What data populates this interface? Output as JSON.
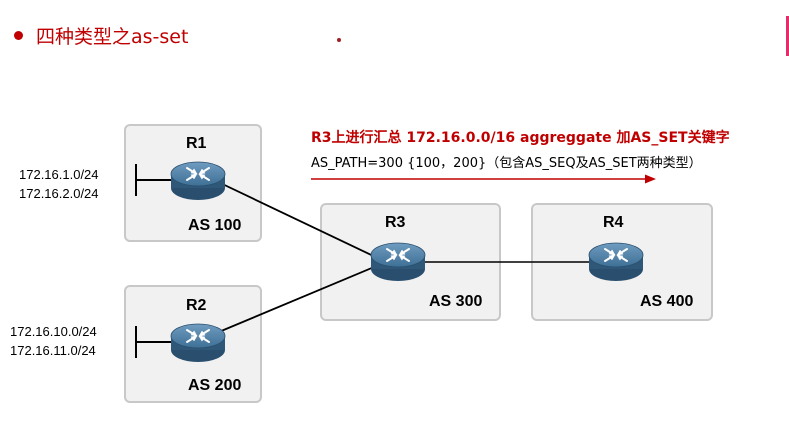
{
  "slide": {
    "title": "四种类型之as-set"
  },
  "annotation": {
    "line1": "R3上进行汇总 172.16.0.0/16 aggreggate 加AS_SET关键字",
    "line2": "AS_PATH=300 {100，200}（包含AS_SEQ及AS_SET两种类型）",
    "arrow_color": "#c00000"
  },
  "routers": [
    {
      "id": "r1",
      "name": "R1",
      "as": "AS 100",
      "prefixes": [
        "172.16.1.0/24",
        "172.16.2.0/24"
      ]
    },
    {
      "id": "r2",
      "name": "R2",
      "as": "AS 200",
      "prefixes": [
        "172.16.10.0/24",
        "172.16.11.0/24"
      ]
    },
    {
      "id": "r3",
      "name": "R3",
      "as": "AS 300",
      "prefixes": []
    },
    {
      "id": "r4",
      "name": "R4",
      "as": "AS 400",
      "prefixes": []
    }
  ],
  "links": [
    {
      "from": "R1",
      "to": "R3"
    },
    {
      "from": "R2",
      "to": "R3"
    },
    {
      "from": "R3",
      "to": "R4"
    }
  ],
  "colors": {
    "accent": "#c00000",
    "router_body": "#3c6a8e",
    "box_fill": "#f1f1f1",
    "box_border": "#c8c8c8"
  },
  "icons": {
    "router": "router-icon",
    "bullet": "bullet-icon"
  }
}
